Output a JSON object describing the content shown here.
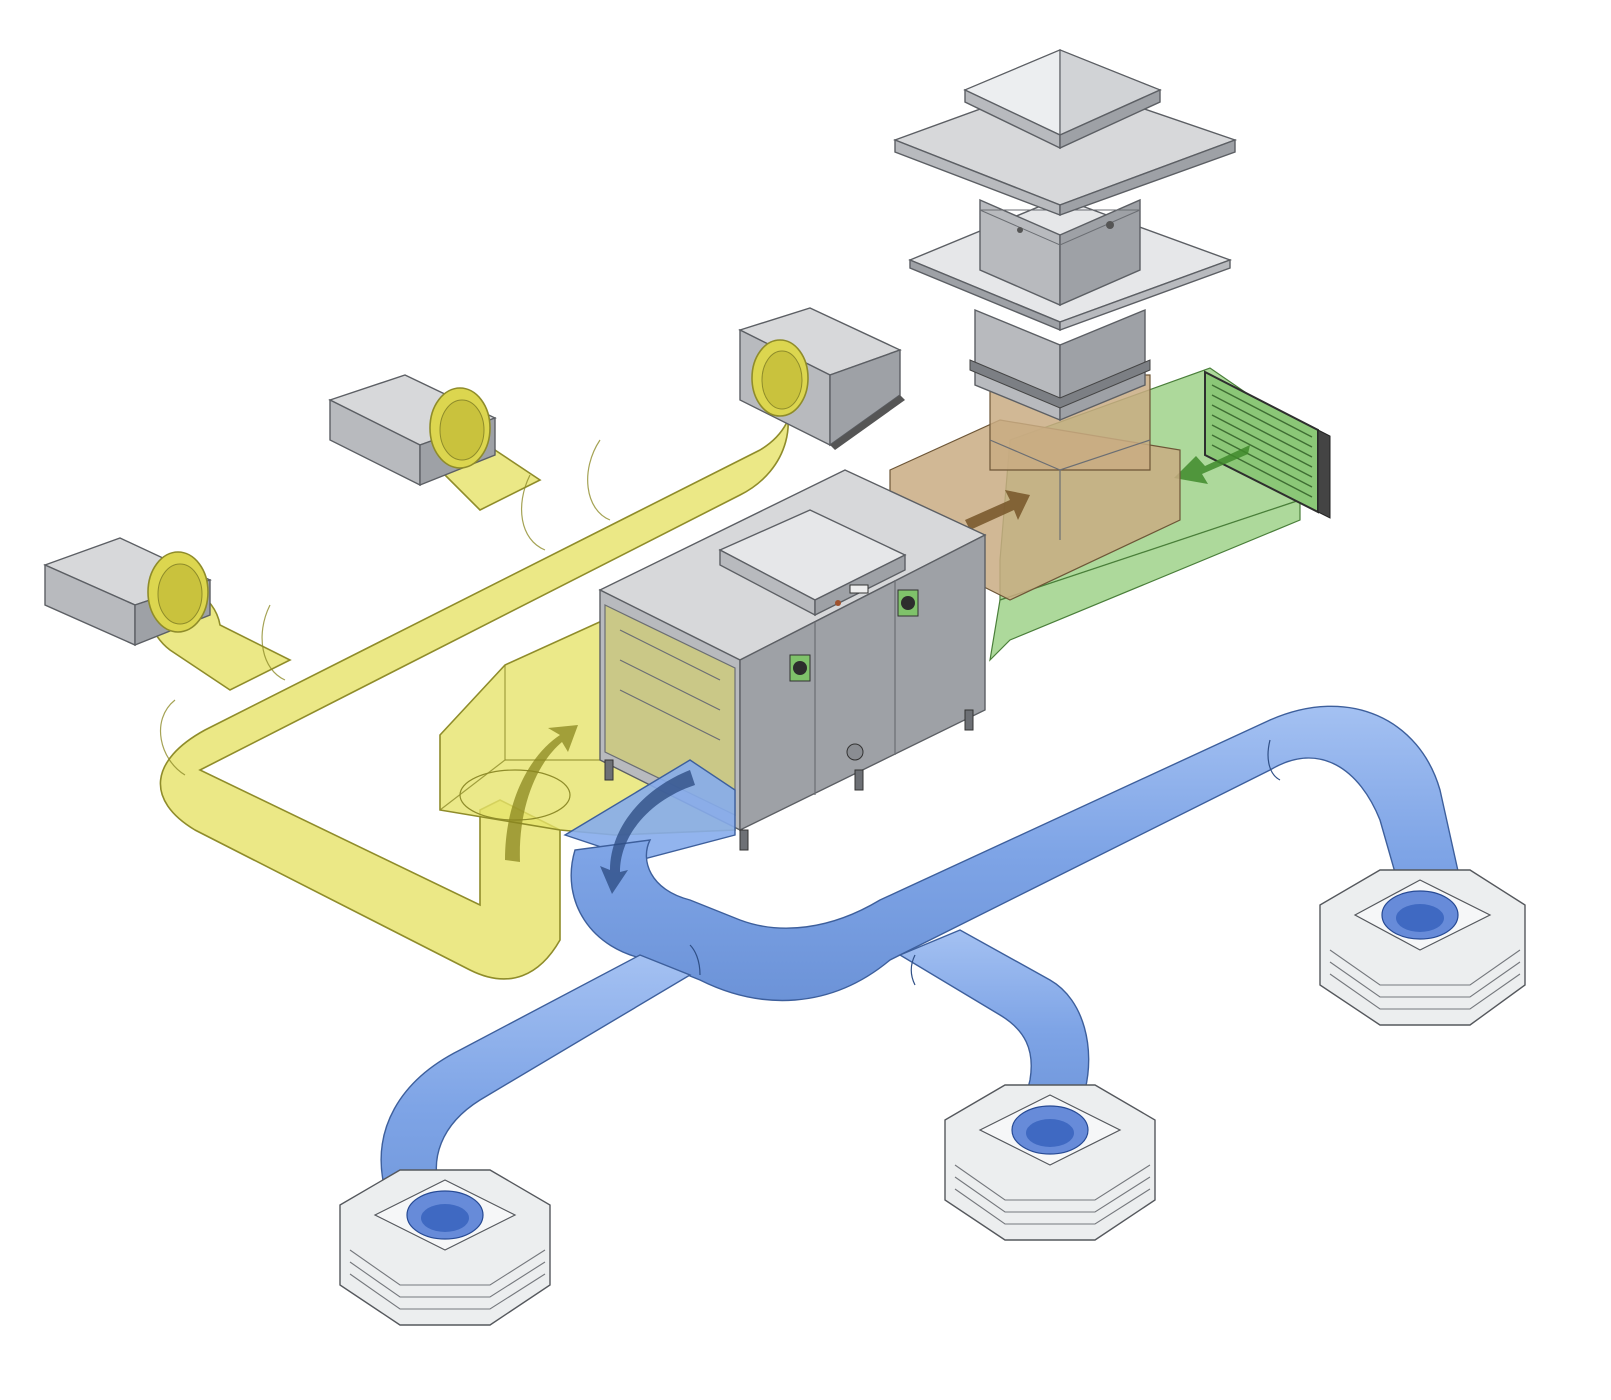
{
  "diagram": {
    "components": [
      {
        "id": "exhaust_hood_1",
        "kind": "wall intake hood"
      },
      {
        "id": "exhaust_hood_2",
        "kind": "wall intake hood"
      },
      {
        "id": "exhaust_hood_3",
        "kind": "wall intake hood"
      },
      {
        "id": "roof_cowl",
        "kind": "roof exhaust cowl"
      },
      {
        "id": "air_handling_unit",
        "kind": "air handling unit"
      },
      {
        "id": "outdoor_air_grille",
        "kind": "outdoor air intake grille"
      },
      {
        "id": "supply_diffuser_1",
        "kind": "ceiling supply diffuser"
      },
      {
        "id": "supply_diffuser_2",
        "kind": "ceiling supply diffuser"
      },
      {
        "id": "supply_diffuser_3",
        "kind": "ceiling supply diffuser"
      }
    ],
    "colors": {
      "extract_duct": "#e6e36b",
      "supply_duct": "#86acec",
      "outdoor_air": "#9fd28a",
      "exhaust_air": "#c9ab83",
      "unit_metal": "#b8babe"
    },
    "flow_arrows": [
      {
        "id": "outdoor_air_arrow",
        "color": "#3f8a2c"
      },
      {
        "id": "exhaust_air_arrow",
        "color": "#7a5a2e"
      },
      {
        "id": "extract_arrow",
        "color": "#8a861f"
      },
      {
        "id": "supply_arrow",
        "color": "#2f4f86"
      }
    ]
  }
}
